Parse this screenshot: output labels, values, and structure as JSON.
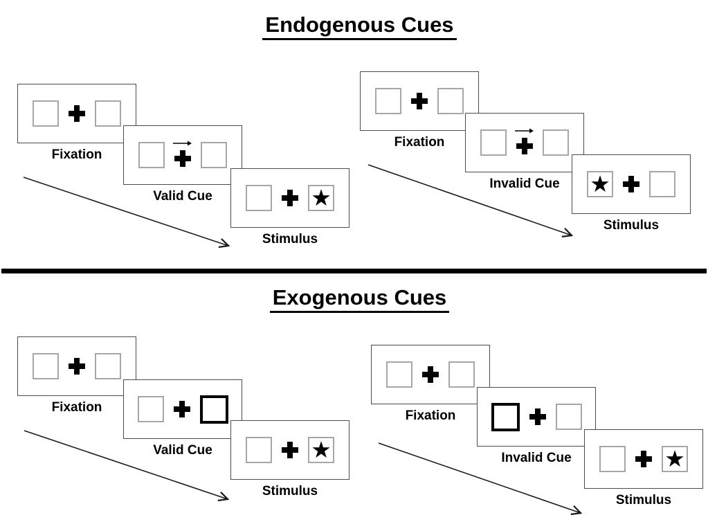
{
  "titles": {
    "endogenous": "Endogenous Cues",
    "exogenous": "Exogenous Cues"
  },
  "endogenous": {
    "valid": {
      "fixation": "Fixation",
      "cue": "Valid Cue",
      "stimulus": "Stimulus"
    },
    "invalid": {
      "fixation": "Fixation",
      "cue": "Invalid Cue",
      "stimulus": "Stimulus"
    }
  },
  "exogenous": {
    "valid": {
      "fixation": "Fixation",
      "cue": "Valid Cue",
      "stimulus": "Stimulus"
    },
    "invalid": {
      "fixation": "Fixation",
      "cue": "Invalid Cue",
      "stimulus": "Stimulus"
    }
  },
  "icons": {
    "star": "★",
    "fixation_cross": "+",
    "cue_arrow_direction": "right"
  },
  "colors": {
    "background": "#ffffff",
    "ink": "#000000",
    "panel_border": "#4a4a4a",
    "square_border": "#a6a6a6"
  }
}
